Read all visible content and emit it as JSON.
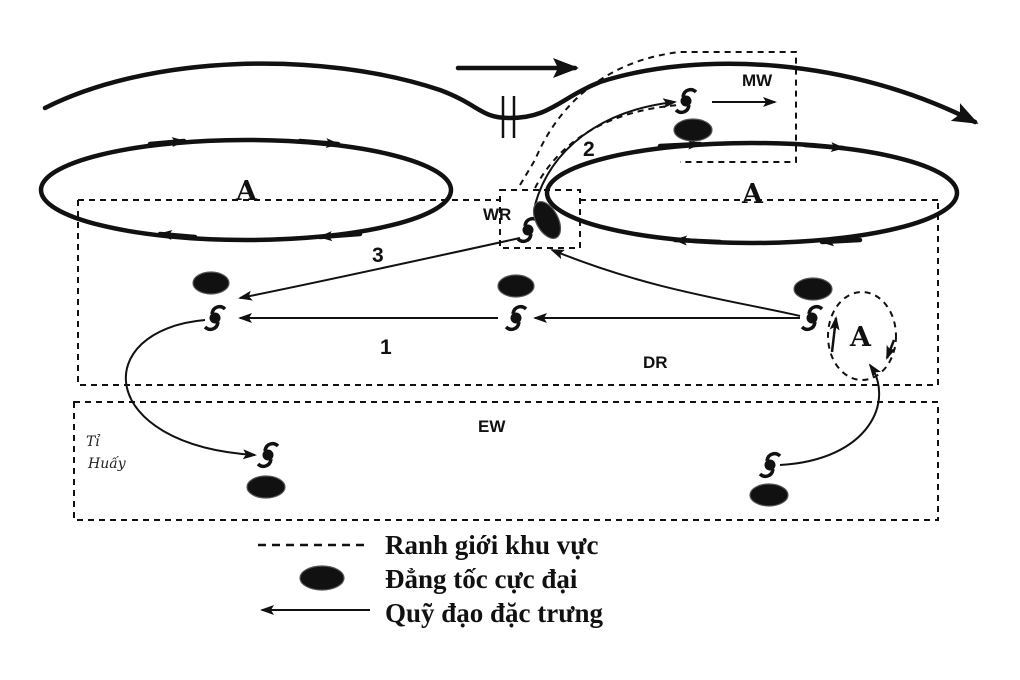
{
  "regions": {
    "mw": "MW",
    "wr": "WR",
    "dr": "DR",
    "ew": "EW"
  },
  "highs": {
    "west": "A",
    "east": "A",
    "small": "A"
  },
  "routes": {
    "r1": "1",
    "r2": "2",
    "r3": "3"
  },
  "annotation": {
    "line1": "Tỉ",
    "line2": "Huấy"
  },
  "legend": {
    "boundary": "Ranh giới khu vực",
    "jet_max": "Đẳng tốc cực đại",
    "track": "Quỹ đạo đặc trưng"
  },
  "colors": {
    "ink": "#111111",
    "background": "#ffffff"
  },
  "icons": {
    "typhoon": "typhoon-symbol-icon",
    "jet_max": "black-ellipse-icon",
    "arrow": "arrow-icon"
  }
}
